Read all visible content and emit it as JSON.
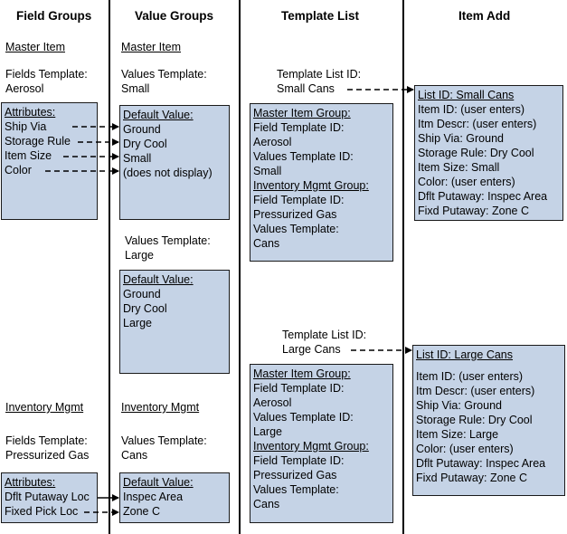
{
  "headers": {
    "field_groups": "Field Groups",
    "value_groups": "Value Groups",
    "template_list": "Template List",
    "item_add": "Item Add"
  },
  "field_groups": {
    "master_title": "Master Item",
    "master_template_label": "Fields Template:",
    "master_template_value": "Aerosol",
    "master_attributes": [
      "Attributes:",
      "Ship Via",
      "Storage Rule",
      "Item Size",
      "Color"
    ],
    "inventory_title": "Inventory Mgmt",
    "inventory_template_label": "Fields Template:",
    "inventory_template_value": "Pressurized Gas",
    "inventory_attributes": [
      "Attributes:",
      "Dflt Putaway Loc",
      "Fixed Pick Loc"
    ]
  },
  "value_groups": {
    "master_title": "Master Item",
    "small_template_label": "Values Template:",
    "small_template_value": "Small",
    "small_defaults": [
      "Default Value:",
      "Ground",
      "Dry Cool",
      "Small",
      "(does not display)"
    ],
    "large_template_label": "Values Template:",
    "large_template_value": "Large",
    "large_defaults": [
      "Default Value:",
      "Ground",
      "Dry Cool",
      "Large"
    ],
    "inventory_title": "Inventory Mgmt",
    "cans_template_label": "Values Template:",
    "cans_template_value": "Cans",
    "cans_defaults": [
      "Default Value:",
      "Inspec Area",
      "Zone C"
    ]
  },
  "template_list": {
    "small_id_label": "Template List ID:",
    "small_id_value": "Small Cans",
    "small_box": [
      "Master Item Group:",
      "Field Template ID:",
      "Aerosol",
      "Values Template ID:",
      "Small",
      "Inventory Mgmt Group:",
      "Field Template ID:",
      "Pressurized Gas",
      "Values Template:",
      "Cans"
    ],
    "large_id_label": "Template List ID:",
    "large_id_value": "Large Cans",
    "large_box": [
      "Master Item Group:",
      "Field Template ID:",
      "Aerosol",
      "Values Template ID:",
      "Large",
      "Inventory Mgmt Group:",
      "Field Template ID:",
      "Pressurized Gas",
      "Values Template:",
      "Cans"
    ]
  },
  "item_add": {
    "small_box": [
      "List ID: Small Cans",
      "Item ID: (user enters)",
      "Itm Descr: (user enters)",
      "Ship Via: Ground",
      "Storage Rule: Dry Cool",
      "Item Size: Small",
      "Color: (user enters)",
      "Dflt Putaway: Inspec Area",
      "Fixd Putaway: Zone C"
    ],
    "large_box": [
      "List ID: Large Cans",
      "Item ID: (user enters)",
      "Itm Descr: (user enters)",
      "Ship Via: Ground",
      "Storage Rule: Dry Cool",
      "Item Size: Large",
      "Color: (user enters)",
      "Dflt Putaway: Inspec Area",
      "Fixd Putaway: Zone C"
    ]
  },
  "colors": {
    "box_fill": "#c5d3e6",
    "line": "#000000"
  }
}
